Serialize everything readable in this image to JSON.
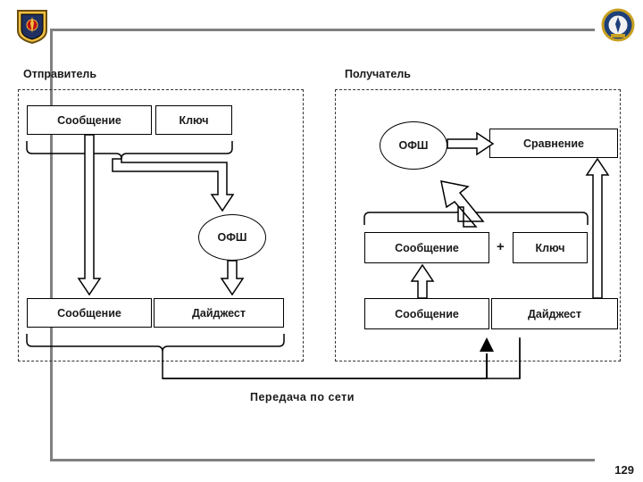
{
  "slide": {
    "page_number": "129",
    "sender_label": "Отправитель",
    "receiver_label": "Получатель",
    "network_caption": "Передача  по  сети",
    "plus_sign": "+",
    "colors": {
      "rule": "#808080",
      "line": "#000000",
      "text": "#1a1a1a",
      "background": "#ffffff"
    }
  },
  "sender": {
    "message_top": "Сообщение",
    "key": "Ключ",
    "hash": "ОФШ",
    "message_bottom": "Сообщение",
    "digest": "Дайджест"
  },
  "receiver": {
    "hash": "ОФШ",
    "compare": "Сравнение",
    "message_mid": "Сообщение",
    "key": "Ключ",
    "message_bottom": "Сообщение",
    "digest": "Дайджест"
  }
}
